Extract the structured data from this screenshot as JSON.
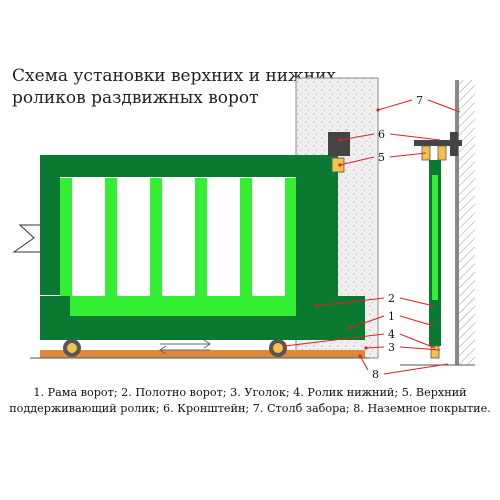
{
  "title": {
    "line1": "Схема установки верхних и нижних",
    "line2": "роликов раздвижных ворот"
  },
  "callouts": [
    "1",
    "2",
    "3",
    "4",
    "5",
    "6",
    "7",
    "8"
  ],
  "legend": {
    "line1": "1. Рама ворот; 2. Полотно ворот; 3. Уголок; 4. Ролик нижний; 5. Верхний",
    "line2": "поддерживающий ролик; 6. Кронштейн; 7. Столб забора; 8. Наземное покрытие."
  },
  "colors": {
    "frame": "#0a7a32",
    "panel": "#33ee33",
    "ground": "#d98a3c",
    "callout": "#e02020",
    "pillar": "#ededed",
    "bracket": "#444444",
    "roller": "#f2c24a"
  }
}
